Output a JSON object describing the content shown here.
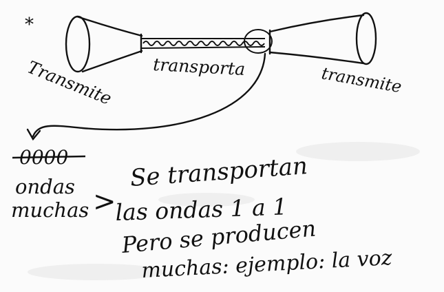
{
  "diagram": {
    "asterisk": "*",
    "labels": {
      "left_cone": "Transmite",
      "center": "transporta",
      "right_cone": "transmite"
    },
    "waves_symbol": "0000",
    "waves_caption": [
      "ondas",
      "muchas"
    ],
    "comparison": ">",
    "note_lines": [
      "Se transportan",
      "las ondas 1 a 1",
      "Pero se producen",
      "muchas: ejemplo: la voz"
    ]
  }
}
